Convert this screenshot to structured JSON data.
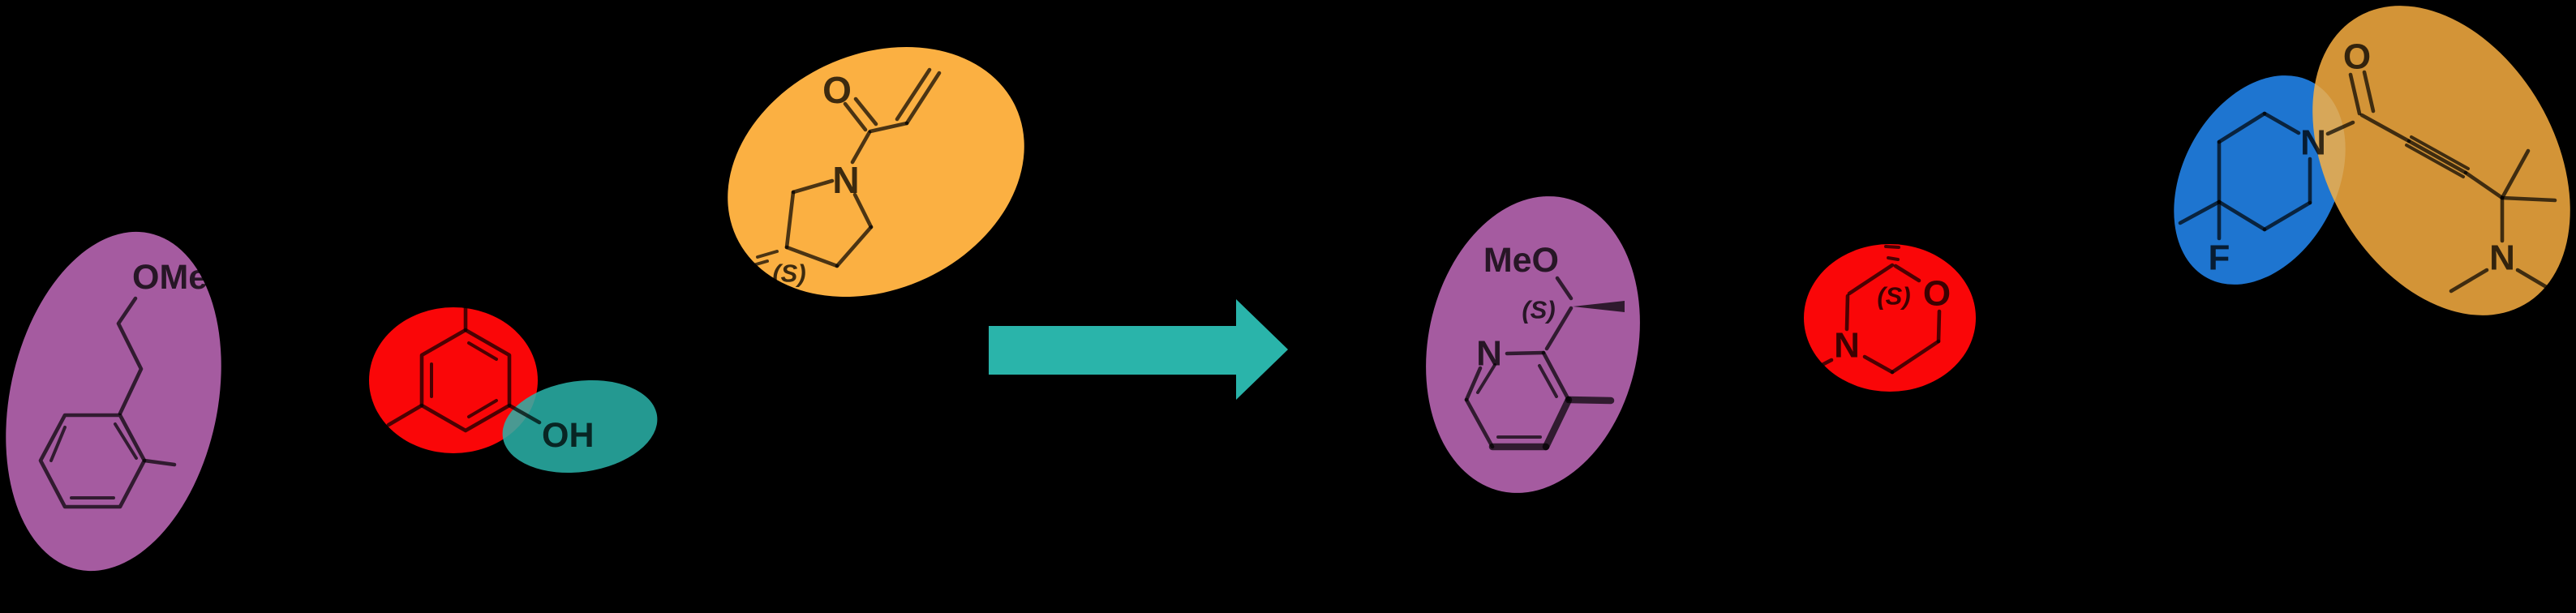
{
  "scene": {
    "background": "#000000",
    "colors": {
      "purple": "#a55ba0",
      "red": "#fa0608",
      "teal": "#2ab4aa",
      "orange": "#fbb042",
      "blue": "#1e75d0"
    },
    "arrow": {
      "color": "#2ab4aa",
      "direction": "right"
    },
    "reactant1": {
      "ome": "OMe"
    },
    "reactant2": {
      "oh": "OH"
    },
    "reactant3": {
      "o": "O",
      "n": "N",
      "stereo": "(S)"
    },
    "product": {
      "meo": "MeO",
      "stereo1": "(S)",
      "pyridine_n": "N",
      "morpholine_stereo": "(S)",
      "morpholine_o": "O",
      "morpholine_n": "N",
      "piperidine_n": "N",
      "fluorine": "F",
      "amide_o": "O",
      "amine_n": "N"
    }
  }
}
